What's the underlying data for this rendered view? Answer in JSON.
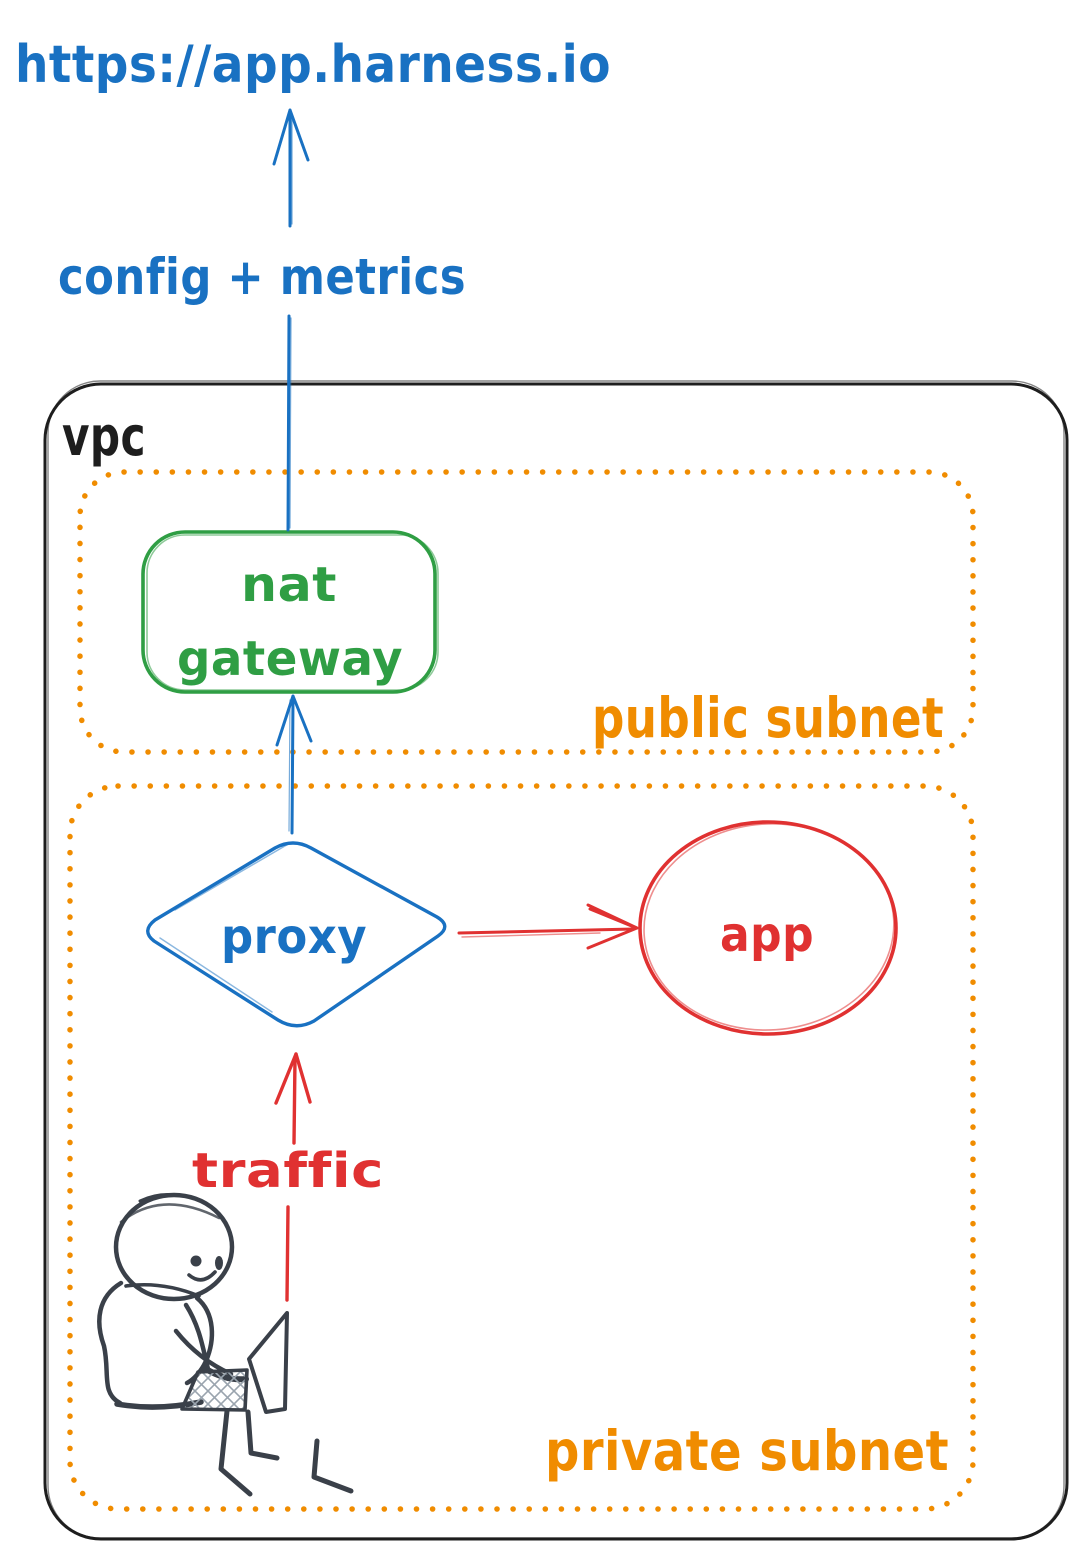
{
  "diagram_type": "hand-drawn cloud architecture sketch",
  "colors": {
    "blue": "#1971c2",
    "green": "#2f9e44",
    "orange": "#f08c00",
    "red": "#e03131",
    "ink": "#1e1e1e",
    "person_ink": "#3a4049"
  },
  "labels": {
    "url": "https://app.harness.io",
    "config_metrics": "config + metrics",
    "vpc": "vpc",
    "public_subnet": "public subnet",
    "private_subnet": "private subnet",
    "nat_line1": "nat",
    "nat_line2": "gateway",
    "proxy": "proxy",
    "app": "app",
    "traffic": "traffic"
  },
  "nodes": [
    {
      "id": "nat-gateway",
      "label": "nat gateway",
      "shape": "rounded-rect",
      "color": "green",
      "container": "public subnet"
    },
    {
      "id": "proxy",
      "label": "proxy",
      "shape": "diamond",
      "color": "blue",
      "container": "private subnet"
    },
    {
      "id": "app",
      "label": "app",
      "shape": "ellipse",
      "color": "red",
      "container": "private subnet"
    },
    {
      "id": "user",
      "label": "person with laptop",
      "shape": "illustration",
      "color": "ink",
      "container": "private subnet"
    }
  ],
  "connections": [
    {
      "from": "user",
      "to": "proxy",
      "label": "traffic",
      "color": "red",
      "direction": "up"
    },
    {
      "from": "proxy",
      "to": "app",
      "label": "",
      "color": "red",
      "direction": "right"
    },
    {
      "from": "proxy",
      "to": "nat-gateway",
      "label": "",
      "color": "blue",
      "direction": "up"
    },
    {
      "from": "nat-gateway",
      "to": "https://app.harness.io",
      "label": "config + metrics",
      "color": "blue",
      "direction": "up"
    }
  ]
}
